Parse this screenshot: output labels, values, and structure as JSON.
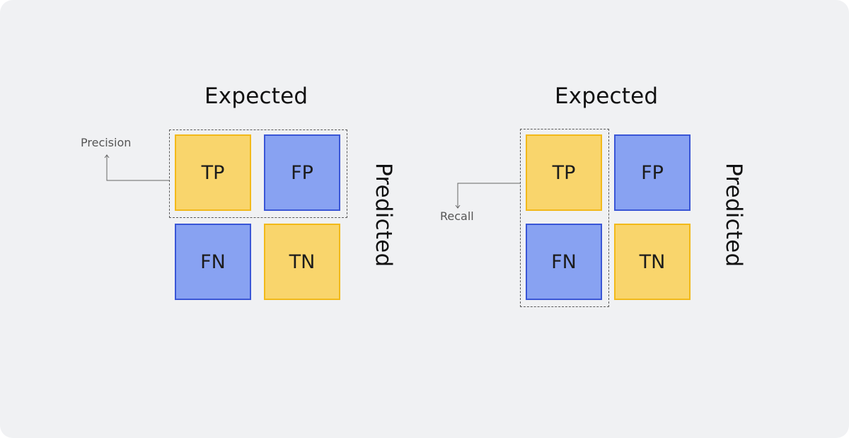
{
  "left_diagram": {
    "axis_top": "Expected",
    "axis_side": "Predicted",
    "metric": "Precision",
    "cells": [
      {
        "label": "TP",
        "color": "yellow"
      },
      {
        "label": "FP",
        "color": "blue"
      },
      {
        "label": "FN",
        "color": "blue"
      },
      {
        "label": "TN",
        "color": "yellow"
      }
    ]
  },
  "right_diagram": {
    "axis_top": "Expected",
    "axis_side": "Predicted",
    "metric": "Recall",
    "cells": [
      {
        "label": "TP",
        "color": "yellow"
      },
      {
        "label": "FP",
        "color": "blue"
      },
      {
        "label": "FN",
        "color": "blue"
      },
      {
        "label": "TN",
        "color": "yellow"
      }
    ]
  },
  "colors": {
    "background": "#f0f1f3",
    "yellow_fill": "#f9d56c",
    "yellow_border": "#f2b91a",
    "blue_fill": "#88a2f2",
    "blue_border": "#3a56d6"
  }
}
